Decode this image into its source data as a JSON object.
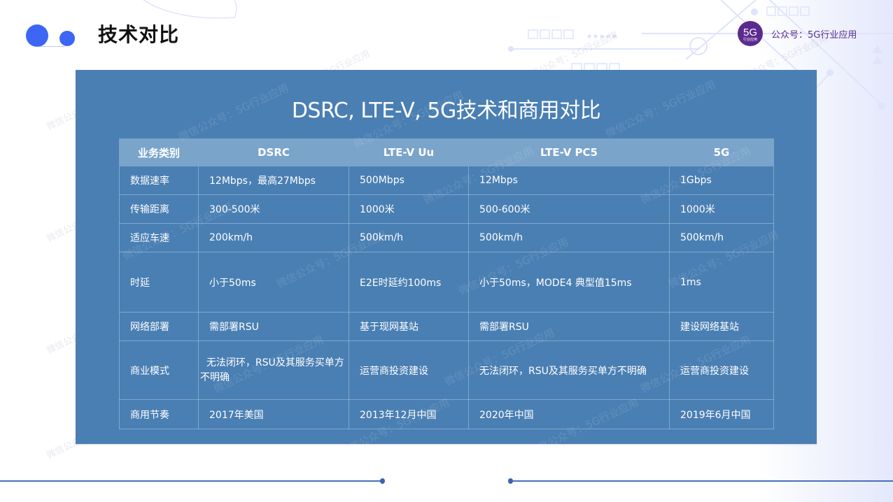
{
  "header": {
    "title": "技术对比",
    "brand_logo_big": "5G",
    "brand_logo_small": "行业应用",
    "brand_text": "公众号：5G行业应用"
  },
  "panel": {
    "title": "DSRC, LTE-V, 5G技术和商用对比"
  },
  "table": {
    "headers": [
      "业务类别",
      "DSRC",
      "LTE-V Uu",
      "LTE-V PC5",
      "5G"
    ],
    "rows": [
      [
        "数据速率",
        "12Mbps，最高27Mbps",
        "500Mbps",
        "12Mbps",
        "1Gbps"
      ],
      [
        "传输距离",
        "300-500米",
        "1000米",
        "500-600米",
        "1000米"
      ],
      [
        "适应车速",
        "200km/h",
        "500km/h",
        "500km/h",
        "500km/h"
      ],
      [
        "时延",
        "小于50ms",
        "E2E时延约100ms",
        "小于50ms，MODE4 典型值15ms",
        "1ms"
      ],
      [
        "网络部署",
        "需部署RSU",
        "基于现网基站",
        "需部署RSU",
        "建设网络基站"
      ],
      [
        "商业模式",
        "  无法闭环，RSU及其服务买单方不明确",
        "运营商投资建设",
        "无法闭环，RSU及其服务买单方不明确",
        "运营商投资建设"
      ],
      [
        "商用节奏",
        "2017年美国",
        "2013年12月中国",
        "2020年中国",
        "2019年6月中国"
      ]
    ]
  },
  "watermark": {
    "text_a": "5G行业应用",
    "text_b": "微信公众号：5G行业应用"
  },
  "colors": {
    "accent_blue": "#3d66f5",
    "panel_blue": "#4a7fb3",
    "header_row": "#7ba4cb",
    "brand_purple": "#5b2a8f",
    "footer_line": "#4670b8"
  }
}
